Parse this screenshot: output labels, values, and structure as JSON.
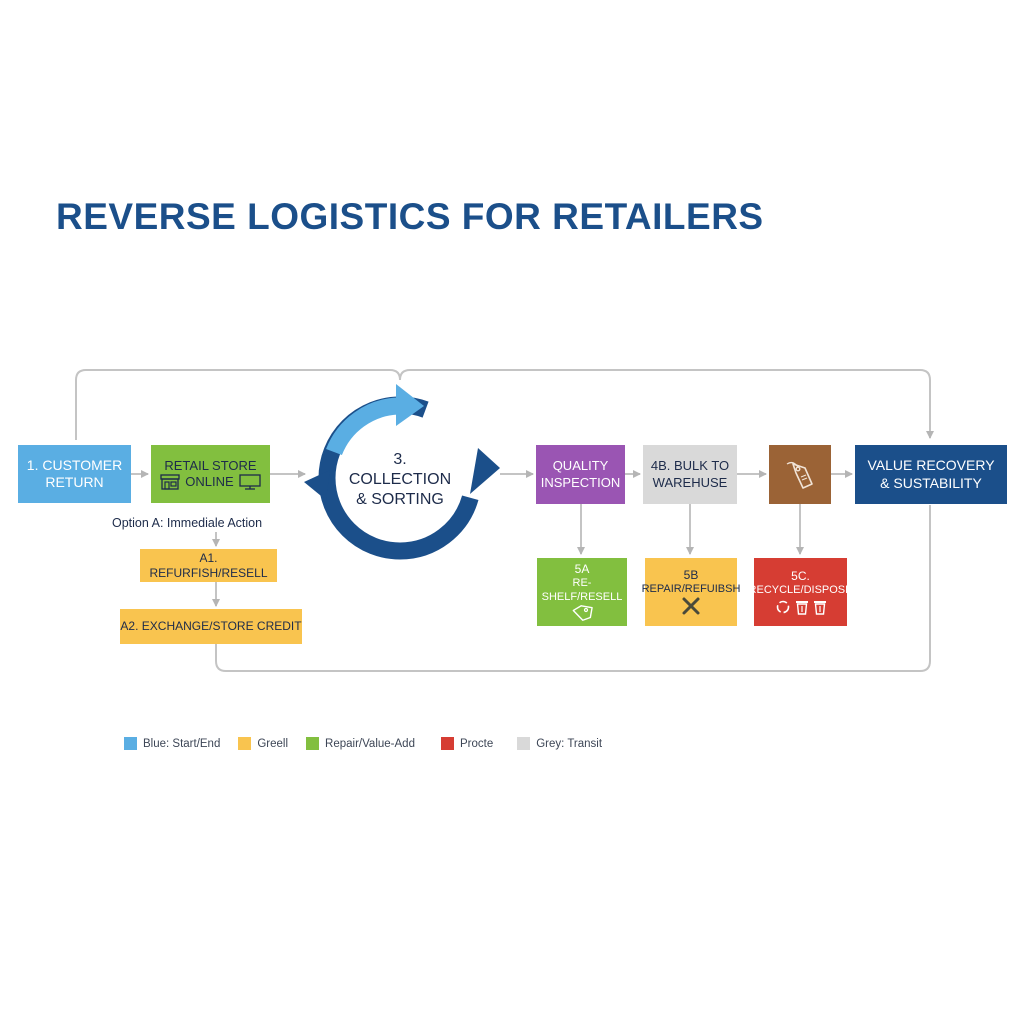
{
  "title": "REVERSE LOGISTICS FOR RETAILERS",
  "nodes": {
    "customer_return": {
      "line1": "1. CUSTOMER",
      "line2": "RETURN"
    },
    "retail_store": {
      "line1": "RETAIL STORE",
      "line2": "ONLINE"
    },
    "collection": {
      "line1": "3.",
      "line2": "COLLECTION",
      "line3": "& SORTING"
    },
    "quality": {
      "line1": "QUALITY",
      "line2": "INSPECTION"
    },
    "bulk": {
      "line1": "4B. BULK TO",
      "line2": "WAREHUSE"
    },
    "value_recovery": {
      "line1": "VALUE RECOVERY",
      "line2": "& SUSTABILITY"
    },
    "option_a": "Option A: Immediale Action",
    "a1": "A1. REFURFISH/RESELL",
    "a2": "A2. EXCHANGE/STORE CREDIT",
    "n5a": {
      "line1": "5A",
      "line2": "RE-SHELF/RESELL"
    },
    "n5b": {
      "line1": "5B",
      "line2": "REPAIR/REFUIBSH"
    },
    "n5c": {
      "line1": "5C.",
      "line2": "RECYCLE/DISPOSE"
    }
  },
  "legend": [
    {
      "label": "Blue: Start/End",
      "color": "#5aaee3"
    },
    {
      "label": "Greell",
      "color": "#f9c44f"
    },
    {
      "label": "Repair/Value-Add",
      "color": "#82bf3f"
    },
    {
      "label": "Procte",
      "color": "#d63d33"
    },
    {
      "label": "Grey: Transit",
      "color": "#d9d9d9"
    }
  ],
  "colors": {
    "blue_light": "#5aaee3",
    "blue_dark": "#1b4f8a",
    "green": "#82bf3f",
    "purple": "#9a55b3",
    "grey": "#d9d9d9",
    "brown": "#9b6336",
    "yellow": "#f9c44f",
    "red": "#d63d33"
  },
  "icons": [
    "store-icon",
    "monitor-icon",
    "price-tag-icon",
    "tools-icon",
    "trash-icon"
  ]
}
